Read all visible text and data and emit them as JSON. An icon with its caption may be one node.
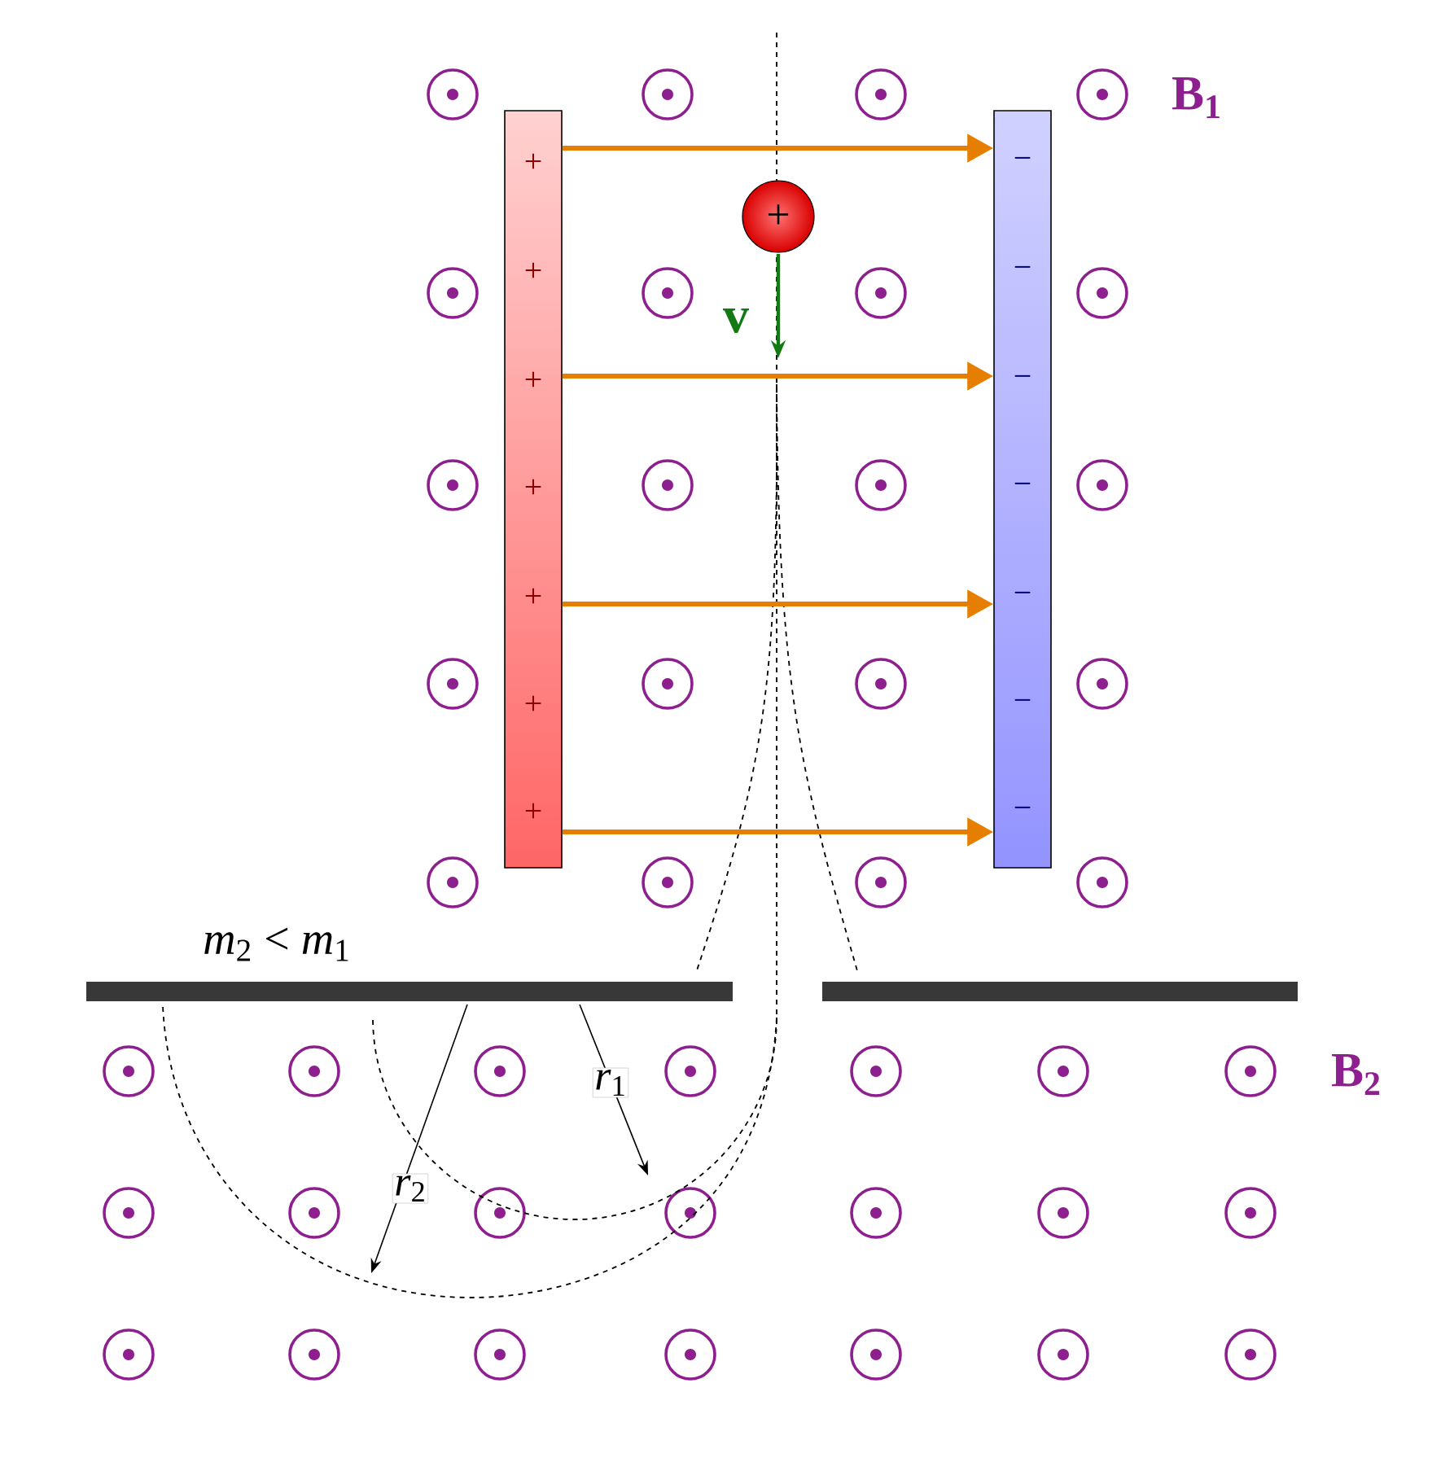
{
  "diagram": {
    "nodes": [
      {
        "text": [
          "+",
          "+",
          "+",
          "+",
          "+",
          "+",
          "+"
        ]
      },
      {
        "text": [
          "−",
          "−",
          "−",
          "−",
          "−",
          "−",
          "−"
        ]
      },
      {
        "text": [
          "+"
        ]
      }
    ],
    "edges": [
      {
        "from": 0,
        "to": 1,
        "arrow": "to"
      },
      {
        "from": 0,
        "to": 1,
        "arrow": "to"
      },
      {
        "from": 0,
        "to": 1,
        "arrow": "to"
      },
      {
        "from": 0,
        "to": 1,
        "arrow": "to"
      }
    ],
    "labels": [
      "B$_{1}$",
      "v",
      "*m*$_{2}$ < *m*$_{1}$",
      "*r*$_{1}$",
      "*r*$_{2}$",
      "B$_{2}$"
    ]
  }
}
